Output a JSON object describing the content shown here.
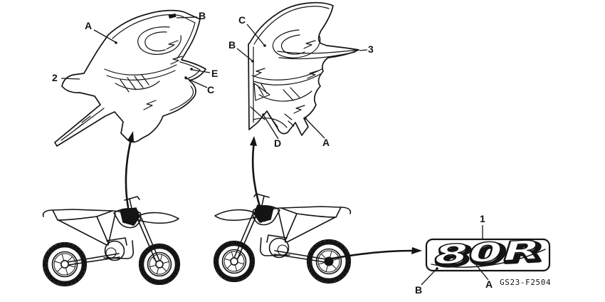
{
  "part_code": "GS23-F2504",
  "emblem_text": "80R",
  "callouts": {
    "left_decal": [
      "A",
      "B",
      "2",
      "E",
      "C"
    ],
    "right_decal": [
      "C",
      "B",
      "3",
      "D",
      "A"
    ],
    "emblem": [
      "1",
      "B",
      "A"
    ]
  },
  "colors": {
    "ink": "#141414",
    "paper": "#ffffff"
  }
}
